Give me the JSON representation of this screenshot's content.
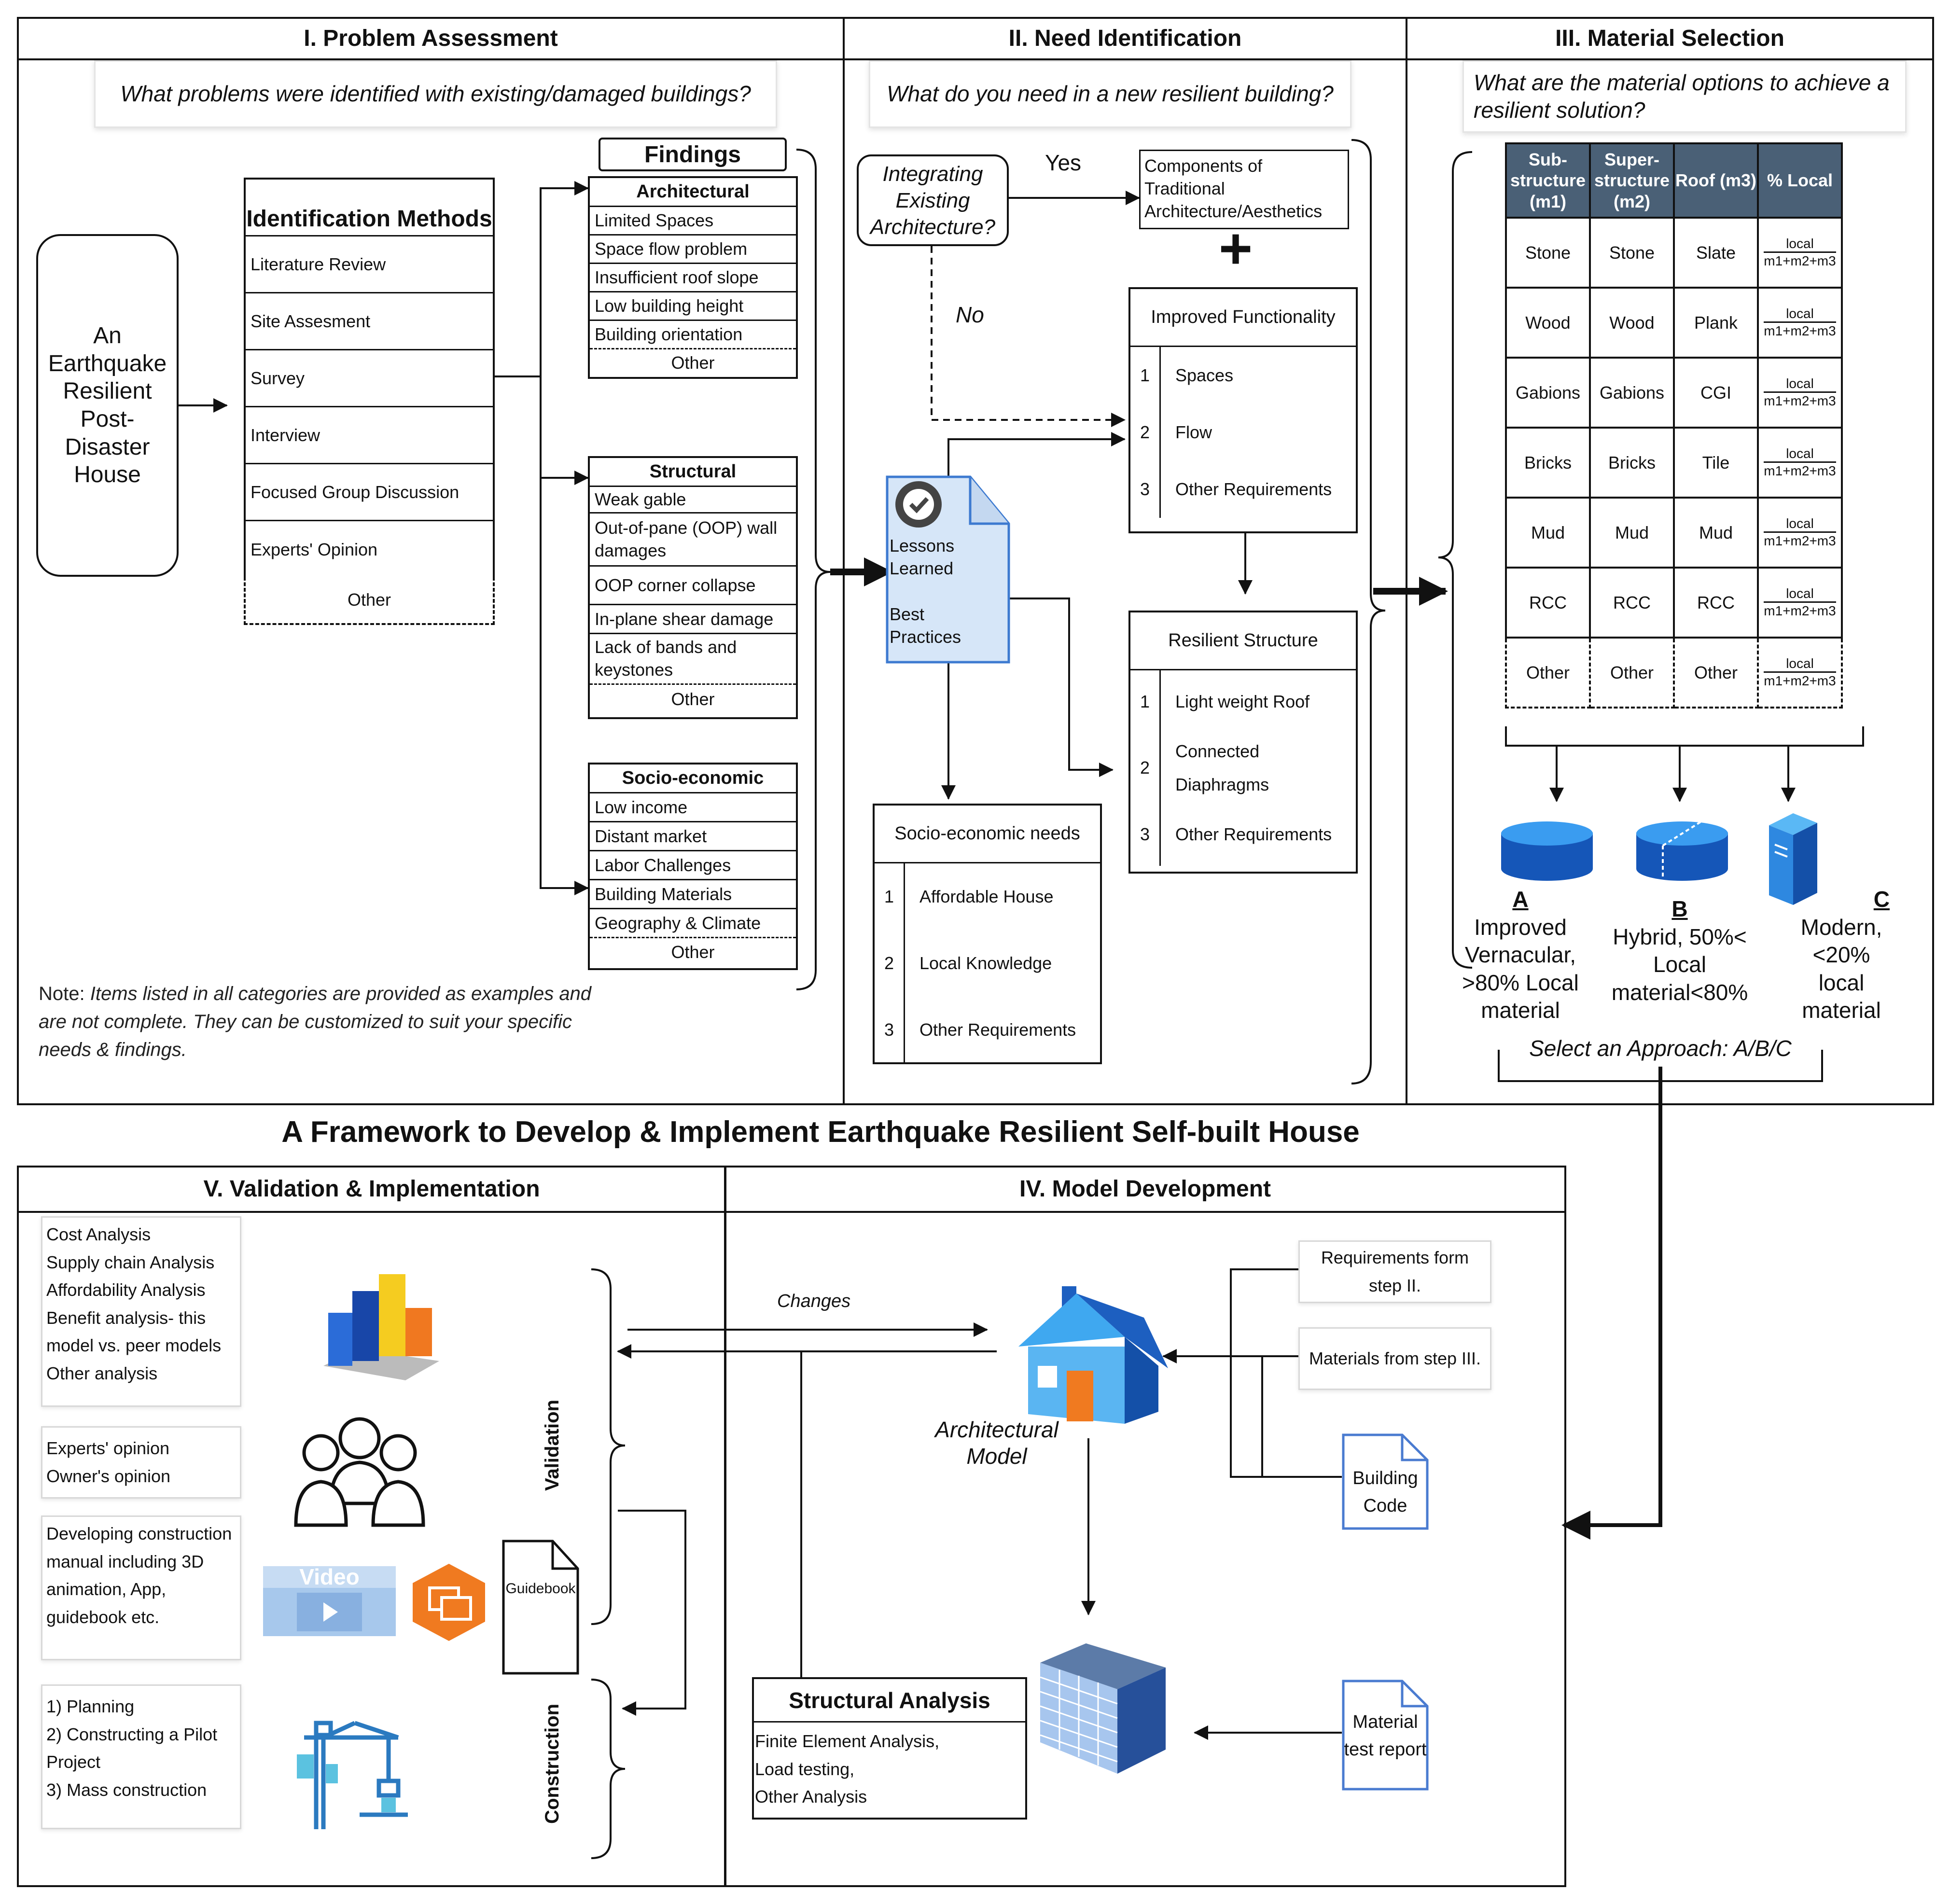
{
  "main_title": "A Framework to Develop & Implement Earthquake Resilient Self-built House",
  "panel1": {
    "title": "I. Problem Assessment",
    "question": "What problems were identified with existing/damaged buildings?",
    "house_label": "An Earthquake Resilient Post-Disaster House",
    "methods_header": "Identification Methods",
    "methods": [
      "Literature Review",
      "Site Assesment",
      "Survey",
      "Interview",
      "Focused Group Discussion",
      "Experts' Opinion"
    ],
    "methods_other": "Other",
    "findings_header": "Findings",
    "architectural": {
      "header": "Architectural",
      "items": [
        "Limited Spaces",
        "Space flow problem",
        "Insufficient roof slope",
        "Low building height",
        "Building orientation"
      ],
      "other": "Other"
    },
    "structural": {
      "header": "Structural",
      "items": [
        "Weak gable",
        "Out-of-pane (OOP) wall damages",
        "OOP corner collapse",
        "In-plane shear damage",
        "Lack of bands and keystones"
      ],
      "other": "Other"
    },
    "socio": {
      "header": "Socio-economic",
      "items": [
        "Low income",
        "Distant market",
        "Labor Challenges",
        "Building Materials",
        "Geography & Climate"
      ],
      "other": "Other"
    },
    "note_label": "Note:",
    "note": "Items listed in all categories are provided as examples and are not complete. They can be customized to suit your specific needs & findings."
  },
  "panel2": {
    "title": "II. Need Identification",
    "question": "What do you need in a new resilient building?",
    "integrating": "Integrating Existing Architecture?",
    "yes": "Yes",
    "no": "No",
    "components": "Components of Traditional Architecture/Aesthetics",
    "plus": "+",
    "improved": {
      "header": "Improved Functionality",
      "items": [
        {
          "n": "1",
          "t": "Spaces"
        },
        {
          "n": "2",
          "t": "Flow"
        },
        {
          "n": "3",
          "t": "Other Requirements"
        }
      ]
    },
    "lessons": "Lessons Learned",
    "practices": "Best Practices",
    "socio_needs": {
      "header": "Socio-economic needs",
      "items": [
        {
          "n": "1",
          "t": "Affordable House"
        },
        {
          "n": "2",
          "t": "Local Knowledge"
        },
        {
          "n": "3",
          "t": "Other Requirements"
        }
      ]
    },
    "resilient": {
      "header": "Resilient Structure",
      "items": [
        {
          "n": "1",
          "t": "Light weight Roof"
        },
        {
          "n": "2",
          "t": "Connected Diaphragms"
        },
        {
          "n": "3",
          "t": "Other Requirements"
        }
      ]
    }
  },
  "panel3": {
    "title": "III. Material Selection",
    "question": "What are the material options to achieve a resilient solution?",
    "headers": [
      "Sub-structure (m1)",
      "Super-structure (m2)",
      "Roof (m3)",
      "% Local"
    ],
    "rows": [
      [
        "Stone",
        "Stone",
        "Slate"
      ],
      [
        "Wood",
        "Wood",
        "Plank"
      ],
      [
        "Gabions",
        "Gabions",
        "CGI"
      ],
      [
        "Bricks",
        "Bricks",
        "Tile"
      ],
      [
        "Mud",
        "Mud",
        "Mud"
      ],
      [
        "RCC",
        "RCC",
        "RCC"
      ],
      [
        "Other",
        "Other",
        "Other"
      ]
    ],
    "frac_num": "local",
    "frac_den": "m1+m2+m3",
    "options": [
      {
        "letter": "A",
        "text": "Improved Vernacular, >80% Local material"
      },
      {
        "letter": "B",
        "text": "Hybrid, 50%< Local material<80%"
      },
      {
        "letter": "C",
        "text": "Modern, <20% local material"
      }
    ],
    "select": "Select an Approach: A/B/C",
    "colors": {
      "header_bg": "#4a6076",
      "icon_blue": "#1e6fd0"
    }
  },
  "panel5": {
    "title": "V. Validation & Implementation",
    "box1": [
      "Cost Analysis",
      "Supply chain Analysis",
      "Affordability Analysis",
      "Benefit analysis- this model vs. peer models",
      "Other analysis"
    ],
    "box2": [
      "Experts' opinion",
      "Owner's opinion"
    ],
    "box3": "Developing construction manual including 3D animation, App, guidebook etc.",
    "box4": [
      "1) Planning",
      "2) Constructing  a Pilot Project",
      "3) Mass construction"
    ],
    "video": "Video",
    "guidebook": "Guidebook",
    "validation": "Validation",
    "construction": "Construction"
  },
  "panel4": {
    "title": "IV. Model Development",
    "changes": "Changes",
    "arch_model": "Architectural Model",
    "req_from": "Requirements form step II.",
    "mat_from": "Materials from step III.",
    "building_code": "Building Code",
    "structural": "Structural Analysis",
    "structural_items": [
      "Finite Element Analysis,",
      "Load testing,",
      "Other Analysis"
    ],
    "material_test": "Material test report"
  }
}
